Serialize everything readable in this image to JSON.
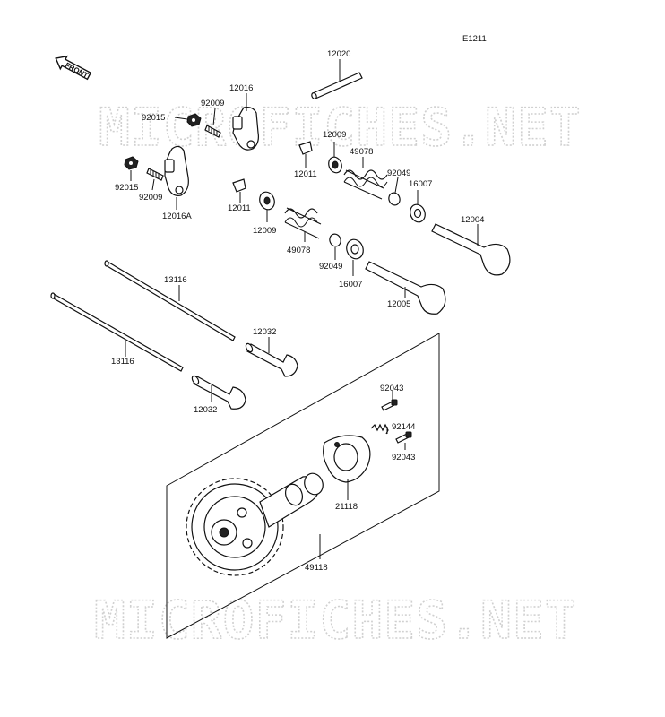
{
  "diagram": {
    "code": "E1211",
    "front_label": "FRONT",
    "watermark": "MICROFICHES.NET",
    "parts": {
      "p12020": "12020",
      "p12016": "12016",
      "p92009a": "92009",
      "p92015a": "92015",
      "p12009a": "12009",
      "p49078a": "49078",
      "p12011a": "12011",
      "p92049a": "92049",
      "p16007a": "16007",
      "p92015b": "92015",
      "p92009b": "92009",
      "p12016A": "12016A",
      "p12011b": "12011",
      "p12009b": "12009",
      "p12004": "12004",
      "p49078b": "49078",
      "p92049b": "92049",
      "p16007b": "16007",
      "p12005": "12005",
      "p13116a": "13116",
      "p13116b": "13116",
      "p12032a": "12032",
      "p12032b": "12032",
      "p92043a": "92043",
      "p92144": "92144",
      "p92043b": "92043",
      "p21118": "21118",
      "p49118": "49118"
    }
  }
}
